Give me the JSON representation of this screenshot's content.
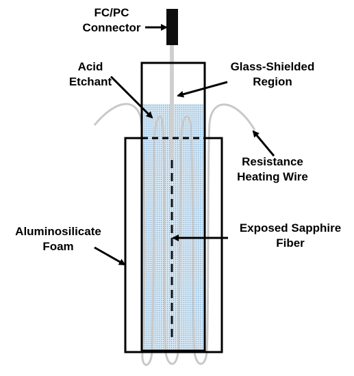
{
  "labels": {
    "fc_pc_connector": [
      "FC/PC",
      "Connector"
    ],
    "acid_etchant": [
      "Acid",
      "Etchant"
    ],
    "glass_shielded_region": [
      "Glass-Shielded",
      "Region"
    ],
    "resistance_heating_wire": [
      "Resistance",
      "Heating Wire"
    ],
    "aluminosilicate_foam": [
      "Aluminosilicate",
      "Foam"
    ],
    "exposed_sapphire_fiber": [
      "Exposed Sapphire",
      "Fiber"
    ]
  },
  "colors": {
    "outline": "#000000",
    "etchant_fill": "#d6e7f3",
    "etchant_dots": "#7aaad2",
    "wire": "#c8c8c8",
    "fiber_glass": "#cfcfcf",
    "fiber_core": "#111111",
    "connector": "#0d0d0d"
  }
}
